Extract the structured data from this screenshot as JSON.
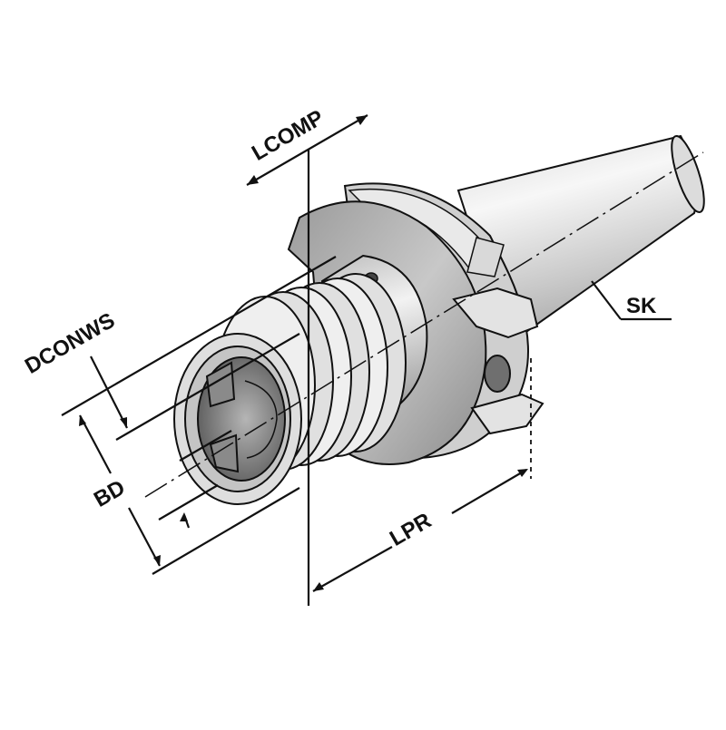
{
  "diagram": {
    "subject": "Tool holder (SK taper shank with threaded collet nose)",
    "labels": {
      "lcomp": "LCOMP",
      "dconws": "DCONWS",
      "bd": "BD",
      "lpr": "LPR",
      "sk": "SK"
    },
    "colors": {
      "line": "#111111",
      "metal_light": "#e6e6e6",
      "metal_mid": "#bdbdbd",
      "metal_dark": "#7a7a7a",
      "background": "#ffffff"
    }
  }
}
